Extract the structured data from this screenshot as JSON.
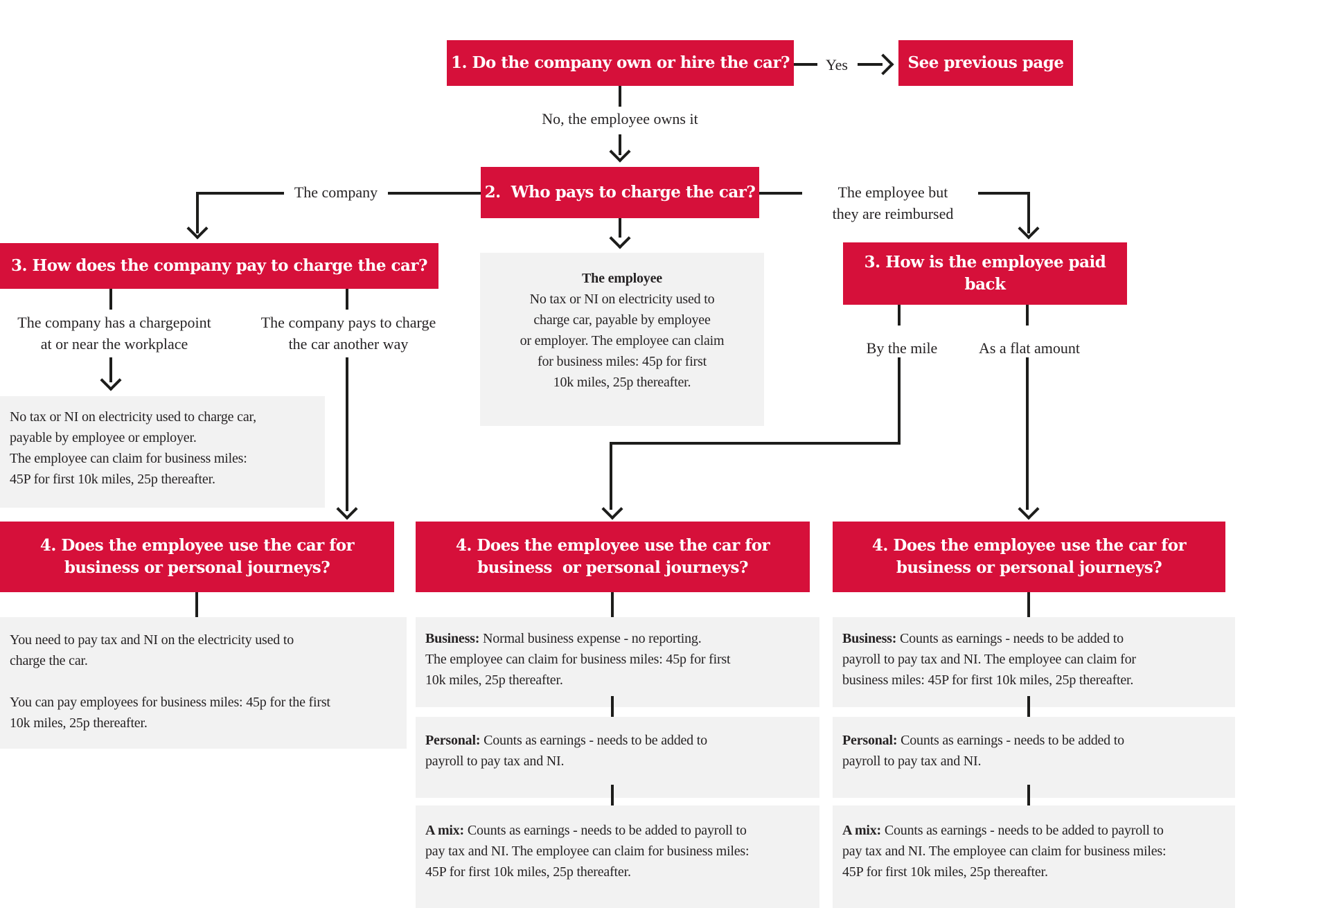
{
  "colors": {
    "red": "#d6103a",
    "gray": "#f2f2f2",
    "ink": "#1d1d1b"
  },
  "boxes": {
    "q1": "1. Do the company own or hire the car?",
    "see_previous": "See previous page",
    "q2": "2.  Who pays to charge the car?",
    "q3_company": "3. How does the company pay to charge the car?",
    "q3_payback": "3. How is the employee paid back",
    "q4_left_l1": "4. Does the employee use the car for",
    "q4_left_l2": "business or personal journeys?",
    "q4_mid_l1": "4. Does the employee use the car for",
    "q4_mid_l2": "business  or personal journeys?",
    "q4_right_l1": "4. Does the employee use the car for",
    "q4_right_l2": "business or personal journeys?"
  },
  "labels": {
    "yes": "Yes",
    "no_employee_owns": "No, the employee owns it",
    "the_company": "The company",
    "employee_reimbursed_l1": "The employee but",
    "employee_reimbursed_l2": "they are reimbursed",
    "chargepoint_l1": "The company has a chargepoint",
    "chargepoint_l2": "at or near the workplace",
    "another_way_l1": "The company pays to charge",
    "another_way_l2": "the car another way",
    "by_the_mile": "By the mile",
    "flat_amount": "As a flat amount"
  },
  "info": {
    "employee_title": "The employee",
    "employee_l1": "No tax or NI on electricity used to",
    "employee_l2": "charge car, payable by employee",
    "employee_l3": "or employer. The employee can claim",
    "employee_l4": "for business miles: 45p for first",
    "employee_l5": "10k miles, 25p thereafter.",
    "chargepoint_l1": "No tax or NI on electricity used to charge car,",
    "chargepoint_l2": "payable by employee or employer.",
    "chargepoint_l3": "The employee can claim for business miles:",
    "chargepoint_l4": "45P for first 10k miles, 25p thereafter.",
    "left_l1": "You need to pay tax and NI on the electricity used to",
    "left_l2": "charge the car.",
    "left_l3": "You can pay employees for business miles: 45p for the first",
    "left_l4": "10k miles, 25p thereafter.",
    "mid_business_lead": "Business:",
    "mid_business_l1": " Normal business expense - no reporting.",
    "mid_business_l2": "The employee can claim for business miles: 45p for first",
    "mid_business_l3": "10k miles, 25p thereafter.",
    "mid_personal_lead": "Personal:",
    "mid_personal_l1": " Counts as earnings - needs to be added to",
    "mid_personal_l2": "payroll to pay tax and NI.",
    "mid_mix_lead": "A mix:",
    "mid_mix_l1": " Counts as earnings - needs to be added to payroll to",
    "mid_mix_l2": "pay tax and NI. The employee can claim for business miles:",
    "mid_mix_l3": "45P for first 10k miles, 25p thereafter.",
    "right_business_lead": "Business:",
    "right_business_l1": " Counts as earnings - needs to be added to",
    "right_business_l2": "payroll to pay tax and NI. The employee can claim for",
    "right_business_l3": "business miles: 45P for first 10k miles, 25p thereafter.",
    "right_personal_lead": "Personal:",
    "right_personal_l1": " Counts as earnings - needs to be added to",
    "right_personal_l2": "payroll to pay tax and NI.",
    "right_mix_lead": "A mix:",
    "right_mix_l1": " Counts as earnings - needs to be added to payroll to",
    "right_mix_l2": "pay tax and NI. The employee can claim for business miles:",
    "right_mix_l3": "45P for first 10k miles, 25p thereafter."
  }
}
